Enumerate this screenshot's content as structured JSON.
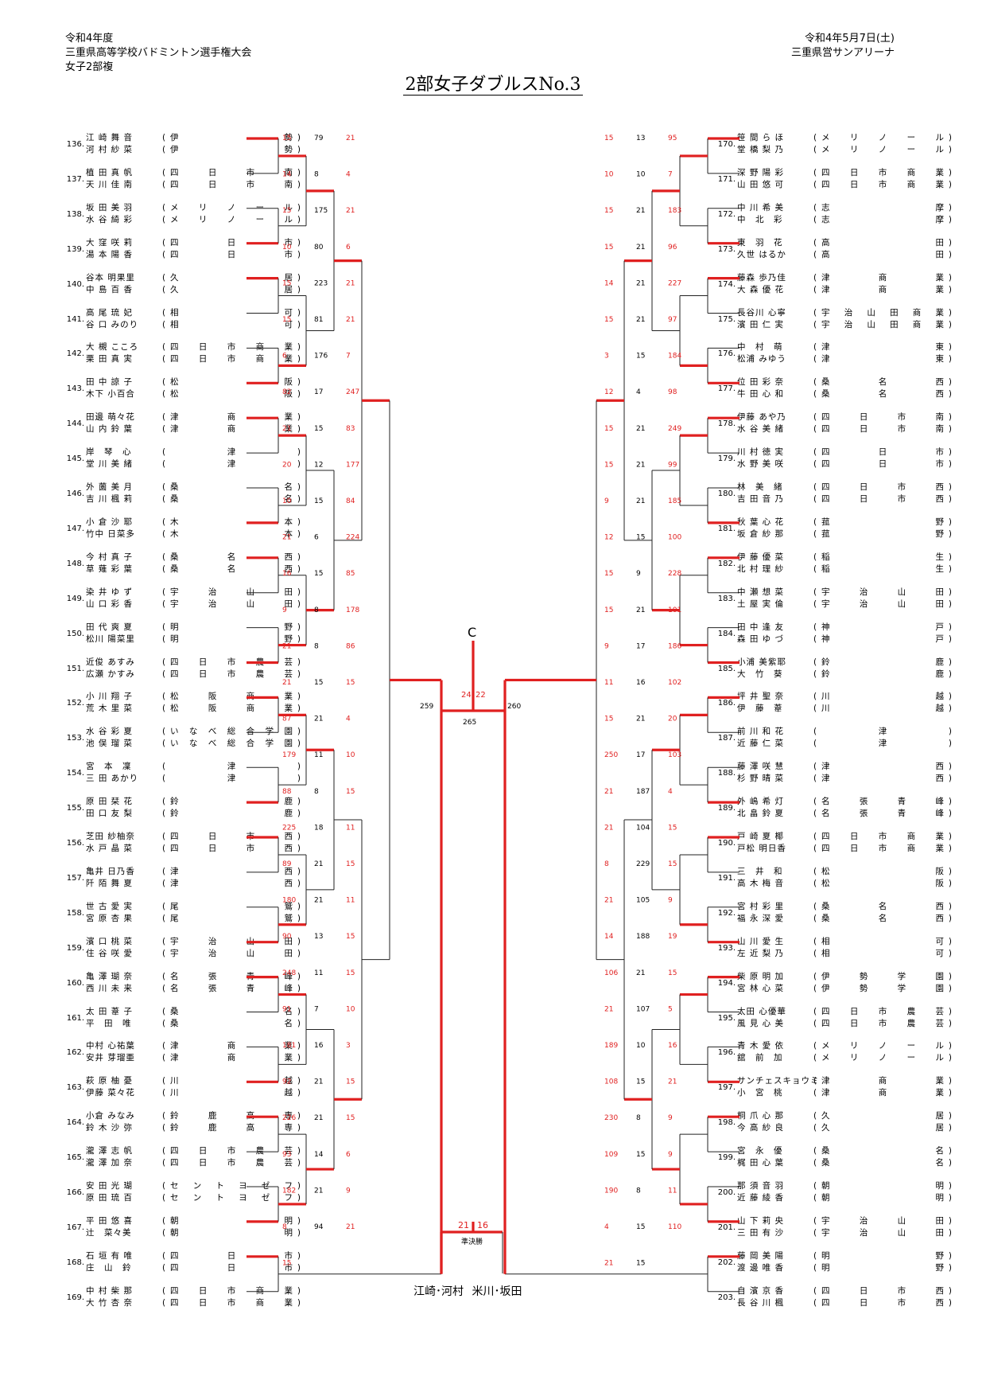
{
  "header": {
    "left_lines": [
      "令和4年度",
      "三重県高等学校バドミントン選手権大会",
      "女子2部複"
    ],
    "right_lines": [
      "令和4年5月7日(土)",
      "三重県営サンアリーナ"
    ]
  },
  "title": "2部女子ダブルスNo.3",
  "left_entries": [
    {
      "num": "136.",
      "p1": "江 崎 舞 音",
      "s1": "伊　　　　勢",
      "p2": "河 村 紗 菜",
      "s2": "伊　　　　勢"
    },
    {
      "num": "137.",
      "p1": "植 田 真 帆",
      "s1": "四 日 市 南",
      "p2": "天 川 佳 南",
      "s2": "四 日 市 南"
    },
    {
      "num": "138.",
      "p1": "坂 田 美 羽",
      "s1": "メリノール",
      "p2": "水 谷 綺 彩",
      "s2": "メリノール"
    },
    {
      "num": "139.",
      "p1": "大 窪 咲 莉",
      "s1": "四　日　市",
      "p2": "湯 本 陽 香",
      "s2": "四　日　市"
    },
    {
      "num": "140.",
      "p1": "谷本 明果里",
      "s1": "久　　　　居",
      "p2": "中 島 百 香",
      "s2": "久　　　　居"
    },
    {
      "num": "141.",
      "p1": "高 尾 琉 妃",
      "s1": "相　　　　可",
      "p2": "谷 口 みのり",
      "s2": "相　　　　可"
    },
    {
      "num": "142.",
      "p1": "大 槻 こころ",
      "s1": "四日市商業",
      "p2": "栗 田 真 実",
      "s2": "四日市商業"
    },
    {
      "num": "143.",
      "p1": "田 中 諒 子",
      "s1": "松　　　　阪",
      "p2": "木下 小百合",
      "s2": "松　　　　阪"
    },
    {
      "num": "144.",
      "p1": "田邊 萌々花",
      "s1": "津　商　業",
      "p2": "山 内 鈴 葉",
      "s2": "津　商　業"
    },
    {
      "num": "145.",
      "p1": "岸　琴　心",
      "s1": "津",
      "p2": "堂 川 美 緒",
      "s2": "津"
    },
    {
      "num": "146.",
      "p1": "外 薗 美 月",
      "s1": "桑　　　　名",
      "p2": "吉 川 楓 莉",
      "s2": "桑　　　　名"
    },
    {
      "num": "147.",
      "p1": "小 倉 沙 耶",
      "s1": "木　　　　本",
      "p2": "竹中 日菜多",
      "s2": "木　　　　本"
    },
    {
      "num": "148.",
      "p1": "今 村 真 子",
      "s1": "桑　名　西",
      "p2": "草 薙 彩 葉",
      "s2": "桑　名　西"
    },
    {
      "num": "149.",
      "p1": "染 井 ゆ ず",
      "s1": "宇 治 山 田",
      "p2": "山 口 彩 香",
      "s2": "宇 治 山 田"
    },
    {
      "num": "150.",
      "p1": "田 代 爽 夏",
      "s1": "明　　　　野",
      "p2": "松川 陽菜里",
      "s2": "明　　　　野"
    },
    {
      "num": "151.",
      "p1": "近俊 あすみ",
      "s1": "四日市農芸",
      "p2": "広瀬 かすみ",
      "s2": "四日市農芸"
    },
    {
      "num": "152.",
      "p1": "小 川 翔 子",
      "s1": "松 阪 商 業",
      "p2": "荒 木 里 菜",
      "s2": "松 阪 商 業"
    },
    {
      "num": "153.",
      "p1": "水 谷 彩 夏",
      "s1": "いなべ総合学園",
      "p2": "池 俣 瑠 菜",
      "s2": "いなべ総合学園"
    },
    {
      "num": "154.",
      "p1": "宮　本　凜",
      "s1": "津",
      "p2": "三 田 あかり",
      "s2": "津"
    },
    {
      "num": "155.",
      "p1": "原 田 栞 花",
      "s1": "鈴　　　　鹿",
      "p2": "田 口 友 梨",
      "s2": "鈴　　　　鹿"
    },
    {
      "num": "156.",
      "p1": "芝田 紗柚奈",
      "s1": "四 日 市 西",
      "p2": "水 戸 晶 菜",
      "s2": "四 日 市 西"
    },
    {
      "num": "157.",
      "p1": "亀井 日乃香",
      "s1": "津　　　　西",
      "p2": "阡 陌 舞 夏",
      "s2": "津　　　　西"
    },
    {
      "num": "158.",
      "p1": "世 古 愛 実",
      "s1": "尾　　　　鷲",
      "p2": "宮 原 杏 果",
      "s2": "尾　　　　鷲"
    },
    {
      "num": "159.",
      "p1": "濱 口 桃 菜",
      "s1": "宇 治 山 田",
      "p2": "住 谷 咲 愛",
      "s2": "宇 治 山 田"
    },
    {
      "num": "160.",
      "p1": "亀 澤 瑚 奈",
      "s1": "名 張 青 峰",
      "p2": "西 川 未 来",
      "s2": "名 張 青 峰"
    },
    {
      "num": "161.",
      "p1": "太 田 葦 子",
      "s1": "桑　　　　名",
      "p2": "平　田　唯",
      "s2": "桑　　　　名"
    },
    {
      "num": "162.",
      "p1": "中村 心祐葉",
      "s1": "津　商　業",
      "p2": "安井 芽瑠亜",
      "s2": "津　商　業"
    },
    {
      "num": "163.",
      "p1": "萩 原 柚 憂",
      "s1": "川　　　　越",
      "p2": "伊藤 菜々花",
      "s2": "川　　　　越"
    },
    {
      "num": "164.",
      "p1": "小倉 みなみ",
      "s1": "鈴 鹿 高 専",
      "p2": "鈴 木 沙 弥",
      "s2": "鈴 鹿 高 専"
    },
    {
      "num": "165.",
      "p1": "瀧 澤 志 帆",
      "s1": "四日市農芸",
      "p2": "瀧 澤 加 奈",
      "s2": "四日市農芸"
    },
    {
      "num": "166.",
      "p1": "安 田 光 瑚",
      "s1": "セントヨゼフ",
      "p2": "原 田 琉 百",
      "s2": "セントヨゼフ"
    },
    {
      "num": "167.",
      "p1": "平 田 悠 喜",
      "s1": "朝　　　　明",
      "p2": "辻　菜々美",
      "s2": "朝　　　　明"
    },
    {
      "num": "168.",
      "p1": "石 垣 有 唯",
      "s1": "四　日　市",
      "p2": "庄　山　鈴",
      "s2": "四　日　市"
    },
    {
      "num": "169.",
      "p1": "中 村 柴 那",
      "s1": "四日市商業",
      "p2": "大 竹 杏 奈",
      "s2": "四日市商業"
    }
  ],
  "right_entries": [
    {
      "num": "170.",
      "p1": "笹 間 ら ほ",
      "s1": "メリノール",
      "p2": "堂 橋 梨 乃",
      "s2": "メリノール"
    },
    {
      "num": "171.",
      "p1": "深 野 陽 彩",
      "s1": "四日市商業",
      "p2": "山 田 悠 可",
      "s2": "四日市商業"
    },
    {
      "num": "172.",
      "p1": "中 川 希 美",
      "s1": "志　　　　摩",
      "p2": "中　北　彩",
      "s2": "志　　　　摩"
    },
    {
      "num": "173.",
      "p1": "東　羽　花",
      "s1": "高　　　　田",
      "p2": "久世 はるか",
      "s2": "高　　　　田"
    },
    {
      "num": "174.",
      "p1": "藤森 歩乃佳",
      "s1": "津　商　業",
      "p2": "大 森 優 花",
      "s2": "津　商　業"
    },
    {
      "num": "175.",
      "p1": "長谷川 心寧",
      "s1": "宇治山田商業",
      "p2": "濱 田 仁 実",
      "s2": "宇治山田商業"
    },
    {
      "num": "176.",
      "p1": "中　村　萌",
      "s1": "津　　　　東",
      "p2": "松浦 みゆう",
      "s2": "津　　　　東"
    },
    {
      "num": "177.",
      "p1": "位 田 彩 奈",
      "s1": "桑　名　西",
      "p2": "牛 田 心 和",
      "s2": "桑　名　西"
    },
    {
      "num": "178.",
      "p1": "伊藤 あや乃",
      "s1": "四 日 市 南",
      "p2": "水 谷 美 緒",
      "s2": "四 日 市 南"
    },
    {
      "num": "179.",
      "p1": "川 村 徳 実",
      "s1": "四　日　市",
      "p2": "水 野 美 咲",
      "s2": "四　日　市"
    },
    {
      "num": "180.",
      "p1": "林　美　緒",
      "s1": "四 日 市 西",
      "p2": "吉 田 音 乃",
      "s2": "四 日 市 西"
    },
    {
      "num": "181.",
      "p1": "秋 葉 心 花",
      "s1": "菰　　　　野",
      "p2": "坂 倉 紗 那",
      "s2": "菰　　　　野"
    },
    {
      "num": "182.",
      "p1": "伊 藤 優 菜",
      "s1": "稲　　　　生",
      "p2": "北 村 理 紗",
      "s2": "稲　　　　生"
    },
    {
      "num": "183.",
      "p1": "中 瀬 想 菜",
      "s1": "宇 治 山 田",
      "p2": "土 屋 実 倫",
      "s2": "宇 治 山 田"
    },
    {
      "num": "184.",
      "p1": "田 中 逢 友",
      "s1": "神　　　　戸",
      "p2": "森 田 ゆ づ",
      "s2": "神　　　　戸"
    },
    {
      "num": "185.",
      "p1": "小浦 美紫耶",
      "s1": "鈴　　　　鹿",
      "p2": "大　竹　葵",
      "s2": "鈴　　　　鹿"
    },
    {
      "num": "186.",
      "p1": "坪 井 聖 奈",
      "s1": "川　　　　越",
      "p2": "伊　藤　葦",
      "s2": "川　　　　越"
    },
    {
      "num": "187.",
      "p1": "前 川 和 花",
      "s1": "津",
      "p2": "近 藤 仁 菜",
      "s2": "津"
    },
    {
      "num": "188.",
      "p1": "藤 澤 咲 慧",
      "s1": "津　　　　西",
      "p2": "杉 野 晴 菜",
      "s2": "津　　　　西"
    },
    {
      "num": "189.",
      "p1": "外 嶋 希 灯",
      "s1": "名 張 青 峰",
      "p2": "北 畠 鈴 夏",
      "s2": "名 張 青 峰"
    },
    {
      "num": "190.",
      "p1": "戸 崎 夏 椰",
      "s1": "四日市商業",
      "p2": "戸松 明日香",
      "s2": "四日市商業"
    },
    {
      "num": "191.",
      "p1": "三　井　和",
      "s1": "松　　　　阪",
      "p2": "高 木 梅 音",
      "s2": "松　　　　阪"
    },
    {
      "num": "192.",
      "p1": "宮 村 彩 里",
      "s1": "桑　名　西",
      "p2": "福 永 深 愛",
      "s2": "桑　名　西"
    },
    {
      "num": "193.",
      "p1": "山 川 愛 生",
      "s1": "相　　　　可",
      "p2": "左 近 梨 乃",
      "s2": "相　　　　可"
    },
    {
      "num": "194.",
      "p1": "柴 原 明 加",
      "s1": "伊 勢 学 園",
      "p2": "宮 林 心 菜",
      "s2": "伊 勢 学 園"
    },
    {
      "num": "195.",
      "p1": "太田 心優華",
      "s1": "四日市農芸",
      "p2": "風 見 心 美",
      "s2": "四日市農芸"
    },
    {
      "num": "196.",
      "p1": "青 木 愛 依",
      "s1": "メリノール",
      "p2": "舘　前　加",
      "s2": "メリノール"
    },
    {
      "num": "197.",
      "p1": "サンチェスキョウミ",
      "s1": "津　商　業",
      "p2": "小　宮　桃",
      "s2": "津　商　業"
    },
    {
      "num": "198.",
      "p1": "桐 爪 心 那",
      "s1": "久　　　　居",
      "p2": "今 高 紗 良",
      "s2": "久　　　　居"
    },
    {
      "num": "199.",
      "p1": "宮　永　優",
      "s1": "桑　　　　名",
      "p2": "梶 田 心 葉",
      "s2": "桑　　　　名"
    },
    {
      "num": "200.",
      "p1": "那 須 音 羽",
      "s1": "朝　　　　明",
      "p2": "近 藤 綾 香",
      "s2": "朝　　　　明"
    },
    {
      "num": "201.",
      "p1": "山 下 莉 央",
      "s1": "宇 治 山 田",
      "p2": "三 田 有 沙",
      "s2": "宇 治 山 田"
    },
    {
      "num": "202.",
      "p1": "藤 岡 美 陽",
      "s1": "明　　　　野",
      "p2": "渡 邊 唯 香",
      "s2": "明　　　　野"
    },
    {
      "num": "203.",
      "p1": "自 濱 京 香",
      "s1": "四 日 市 西",
      "p2": "長 谷 川 楓",
      "s2": "四 日 市 西"
    }
  ],
  "bracket": {
    "center_mark": "C",
    "final_match_no": "265",
    "final_score_left": "24",
    "final_score_right": "22",
    "semi_left_no": "259",
    "semi_right_no": "260",
    "third_place_label": "準決勝",
    "third_score_left": "21",
    "third_score_right": "16",
    "third_left_names": "江崎･河村",
    "third_right_names": "米川･坂田"
  },
  "labels": {
    "left": [
      [
        "15",
        "79",
        "21",
        "14",
        "8",
        "4",
        "15",
        "175",
        "21",
        "10",
        "80",
        "6",
        "15",
        "223",
        "21",
        "15",
        "81",
        "21",
        "6",
        "176",
        "7",
        "82",
        "17",
        "247",
        "21",
        "15",
        "83",
        "20",
        "12",
        "177",
        "10",
        "15",
        "84",
        "21",
        "6",
        "224",
        "16",
        "15",
        "85",
        "9",
        "8",
        "178",
        "21",
        "8",
        "86",
        "21",
        "15",
        "15",
        "87",
        "21",
        "4",
        "179",
        "11",
        "10",
        "88",
        "8",
        "15",
        "225",
        "18",
        "11",
        "89",
        "21",
        "15",
        "180",
        "21",
        "11",
        "90",
        "13",
        "15",
        "248",
        "11",
        "15",
        "91",
        "7",
        "10",
        "181",
        "16",
        "3",
        "92",
        "21",
        "15",
        "226",
        "21",
        "15",
        "93",
        "14",
        "6",
        "182",
        "21",
        "9",
        "8",
        "94",
        "21",
        "15"
      ]
    ],
    "right": [
      [
        "15",
        "13",
        "95",
        "10",
        "10",
        "7",
        "15",
        "21",
        "183",
        "15",
        "21",
        "96",
        "14",
        "21",
        "227",
        "15",
        "21",
        "97",
        "3",
        "15",
        "184",
        "12",
        "4",
        "98",
        "15",
        "21",
        "249",
        "15",
        "21",
        "99",
        "9",
        "21",
        "185",
        "12",
        "15",
        "100",
        "15",
        "9",
        "228",
        "15",
        "21",
        "101",
        "9",
        "17",
        "186",
        "11",
        "16",
        "102",
        "15",
        "21",
        "20",
        "250",
        "17",
        "103",
        "21",
        "187",
        "4",
        "21",
        "104",
        "15",
        "8",
        "229",
        "15",
        "21",
        "105",
        "9",
        "14",
        "188",
        "19",
        "106",
        "21",
        "15",
        "21",
        "107",
        "5",
        "189",
        "10",
        "16",
        "108",
        "15",
        "21",
        "230",
        "8",
        "9",
        "109",
        "15",
        "9",
        "190",
        "8",
        "11",
        "4",
        "15",
        "110",
        "21",
        "15"
      ]
    ]
  }
}
